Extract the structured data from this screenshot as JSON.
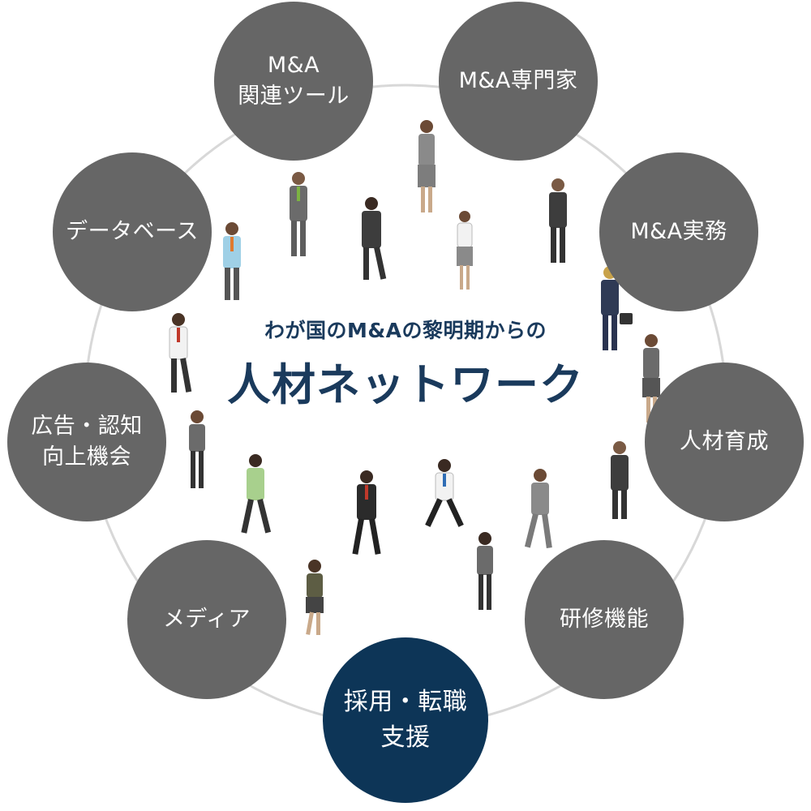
{
  "center": {
    "subtitle": "わが国のM&Aの黎明期からの",
    "title": "人材ネットワーク"
  },
  "nodes": [
    {
      "id": "ma-tools",
      "lines": [
        "M&A",
        "関連ツール"
      ],
      "highlight": false
    },
    {
      "id": "ma-experts",
      "lines": [
        "M&A専門家"
      ],
      "highlight": false
    },
    {
      "id": "ma-practice",
      "lines": [
        "M&A実務"
      ],
      "highlight": false
    },
    {
      "id": "talent-development",
      "lines": [
        "人材育成"
      ],
      "highlight": false
    },
    {
      "id": "training",
      "lines": [
        "研修機能"
      ],
      "highlight": false
    },
    {
      "id": "recruitment",
      "lines": [
        "採用・転職",
        "支援"
      ],
      "highlight": true
    },
    {
      "id": "media",
      "lines": [
        "メディア"
      ],
      "highlight": false
    },
    {
      "id": "advertising",
      "lines": [
        "広告・認知",
        "向上機会"
      ],
      "highlight": false
    },
    {
      "id": "database",
      "lines": [
        "データベース"
      ],
      "highlight": false
    }
  ],
  "colors": {
    "node": "#666666",
    "highlight": "#0d3557",
    "ring": "#d8d8d8",
    "title": "#1a3a5c",
    "node_text": "#ffffff"
  }
}
